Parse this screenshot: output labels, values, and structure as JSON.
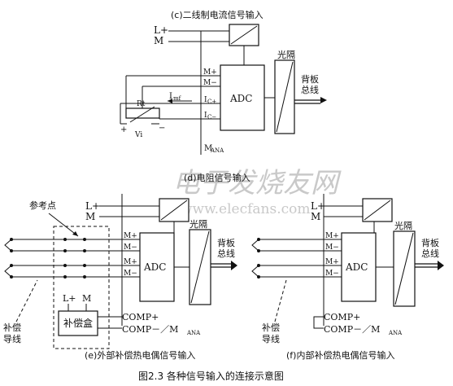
{
  "diagram": {
    "figure_caption": "图2.3 各种信号输入的连接示意图",
    "watermark": {
      "cn": "电子发烧友网",
      "url": "www.elecfans.com"
    },
    "panel_c": {
      "caption": "(c)二线制电流信号输入",
      "l_plus": "L+",
      "m": "M"
    },
    "panel_d": {
      "caption": "(d)电阻信号输入",
      "terminals": [
        "M+",
        "M−",
        "I",
        "I"
      ],
      "term_subs": [
        "C+",
        "C−"
      ],
      "adc": "ADC",
      "isolation": "光隔",
      "backplane_top": "背板",
      "backplane_bottom": "总线",
      "current_label": "I",
      "current_sub": "mf",
      "rt": "Rt",
      "vi": "Vi",
      "plus": "+",
      "minus": "−",
      "mana": "M",
      "mana_sub": "ANA"
    },
    "panel_e": {
      "caption": "(e)外部补偿热电偶信号输入",
      "reference_point": "参考点",
      "l_plus": "L+",
      "m": "M",
      "terminals": [
        "M+",
        "M−",
        "M+",
        "M−"
      ],
      "adc": "ADC",
      "isolation": "光隔",
      "backplane_top": "背板",
      "backplane_bottom": "总线",
      "comp_box_lplus": "L+",
      "comp_box_m": "M",
      "comp_box": "补偿盒",
      "comp_plus": "COMP+",
      "comp_minus": "COMP－／M",
      "mana_sub": "ANA",
      "comp_wire_top": "补偿",
      "comp_wire_bottom": "导线"
    },
    "panel_f": {
      "caption": "(f)内部补偿热电偶信号输入",
      "l_plus": "L+",
      "m": "M",
      "terminals": [
        "M+",
        "M−",
        "M+",
        "M−"
      ],
      "adc": "ADC",
      "isolation": "光隔",
      "backplane_top": "背板",
      "backplane_bottom": "总线",
      "comp_plus": "COMP+",
      "comp_minus": "COMP－／M",
      "mana_sub": "ANA",
      "comp_wire_top": "补偿",
      "comp_wire_bottom": "导线"
    }
  }
}
